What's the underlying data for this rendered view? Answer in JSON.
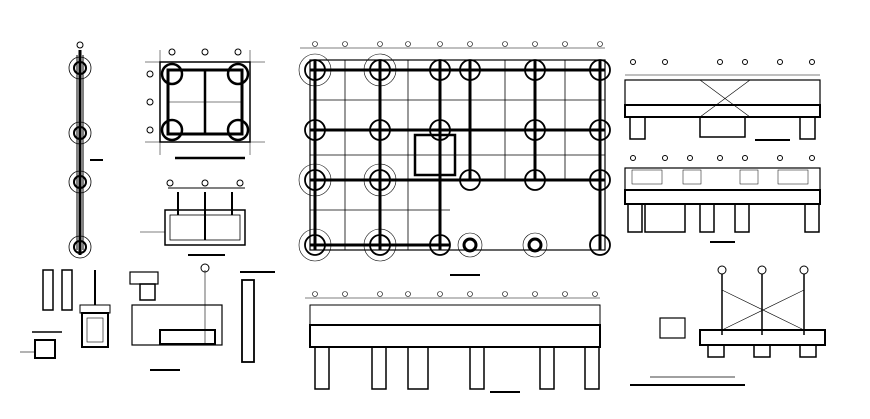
{
  "sheet": {
    "background": "#ffffff",
    "ink": "#000000",
    "panels": [
      {
        "id": "column-strip-elevation"
      },
      {
        "id": "square-footing-plan"
      },
      {
        "id": "footing-section-small"
      },
      {
        "id": "foundation-plan"
      },
      {
        "id": "elevation-section-a"
      },
      {
        "id": "elevation-section-b"
      },
      {
        "id": "pile-details"
      },
      {
        "id": "beam-section-detail"
      },
      {
        "id": "long-section"
      },
      {
        "id": "pile-cap-section"
      }
    ]
  }
}
